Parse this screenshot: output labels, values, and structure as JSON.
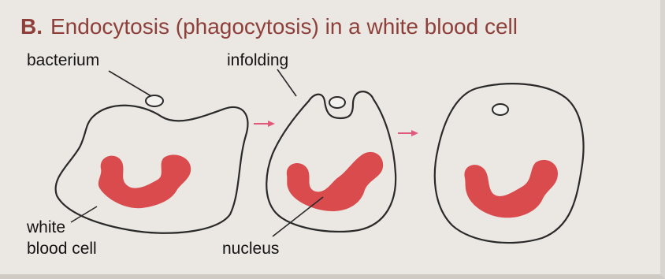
{
  "title": {
    "letter": "B.",
    "text": "Endocytosis (phagocytosis) in a white blood cell"
  },
  "labels": {
    "bacterium": "bacterium",
    "infolding": "infolding",
    "white": "white",
    "blood_cell": "blood cell",
    "nucleus": "nucleus"
  },
  "colors": {
    "nucleus": "#d94b4d",
    "title": "#8e3f3a",
    "arrow": "#e0587a",
    "outline": "#2a2a2a"
  }
}
